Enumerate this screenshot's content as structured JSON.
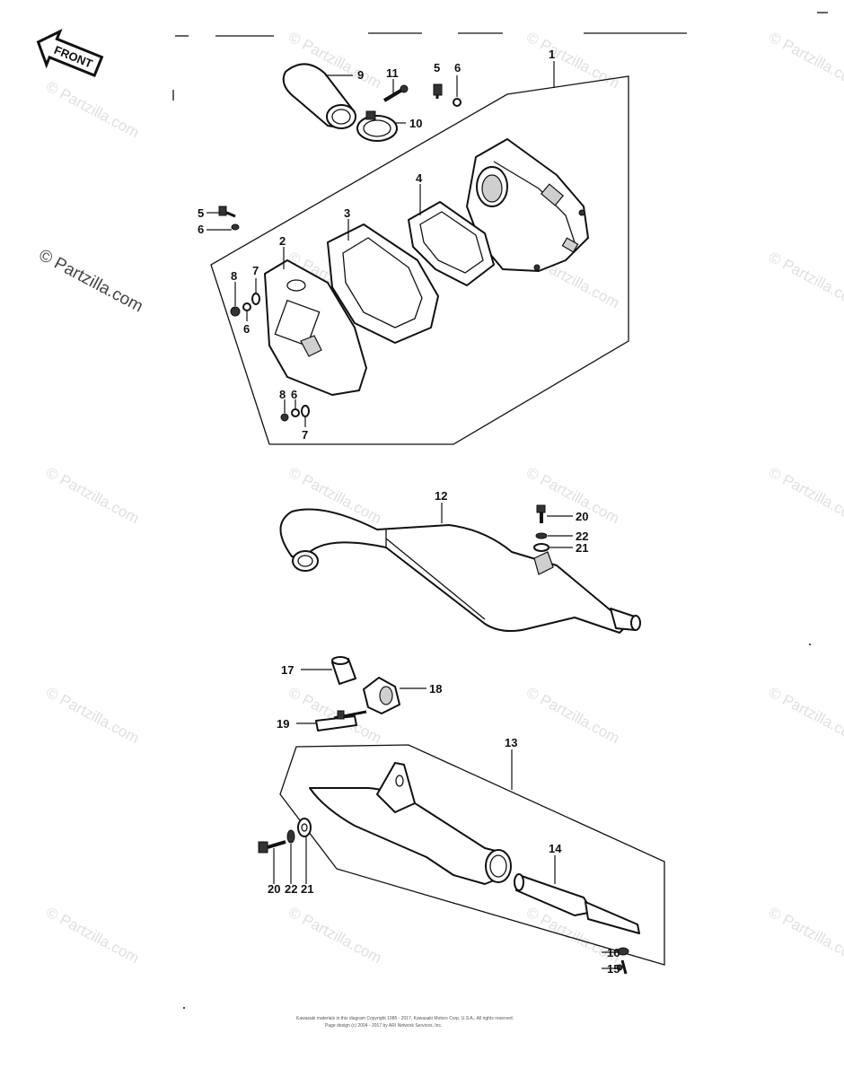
{
  "watermark": {
    "text": "© Partzilla.com",
    "large_text": "© Partzilla.com"
  },
  "front_sign": {
    "label": "FRONT"
  },
  "callouts": {
    "c1": "1",
    "c2": "2",
    "c3": "3",
    "c4": "4",
    "c5a": "5",
    "c5b": "5",
    "c6a": "6",
    "c6b": "6",
    "c6c": "6",
    "c6d": "6",
    "c7a": "7",
    "c7b": "7",
    "c8a": "8",
    "c8b": "8",
    "c9": "9",
    "c10": "10",
    "c11": "11",
    "c12": "12",
    "c13": "13",
    "c14": "14",
    "c15": "15",
    "c16": "16",
    "c17": "17",
    "c18": "18",
    "c19": "19",
    "c20a": "20",
    "c20b": "20",
    "c21a": "21",
    "c21b": "21",
    "c22a": "22",
    "c22b": "22"
  },
  "footer": {
    "line1": "Kawasaki materials in this diagram Copyright 1985 - 2017, Kawasaki Motors Corp. U.S.A., All rights reserved.",
    "line2": "Page design (c) 2004 - 2017 by ARI Network Services, Inc."
  }
}
